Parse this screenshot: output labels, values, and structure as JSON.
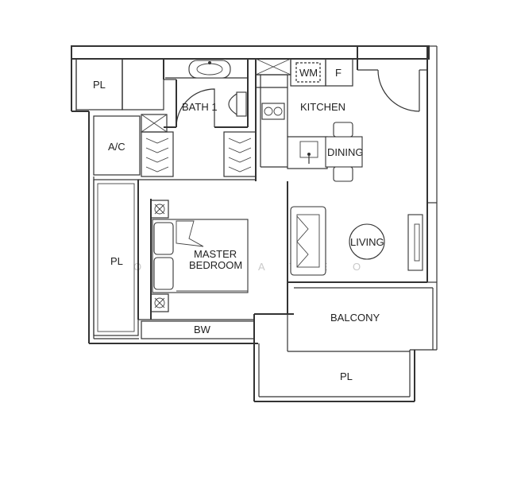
{
  "rooms": {
    "pl_top": "PL",
    "bath": "BATH 1",
    "wm": "WM",
    "fridge": "F",
    "kitchen": "KITCHEN",
    "ac": "A/C",
    "dining": "DINING",
    "pl_left": "PL",
    "master_line1": "MASTER",
    "master_line2": "BEDROOM",
    "living": "LIVING",
    "balcony": "BALCONY",
    "bw": "BW",
    "pl_bottom": "PL"
  },
  "watermark": "O Y N     I A T E O"
}
